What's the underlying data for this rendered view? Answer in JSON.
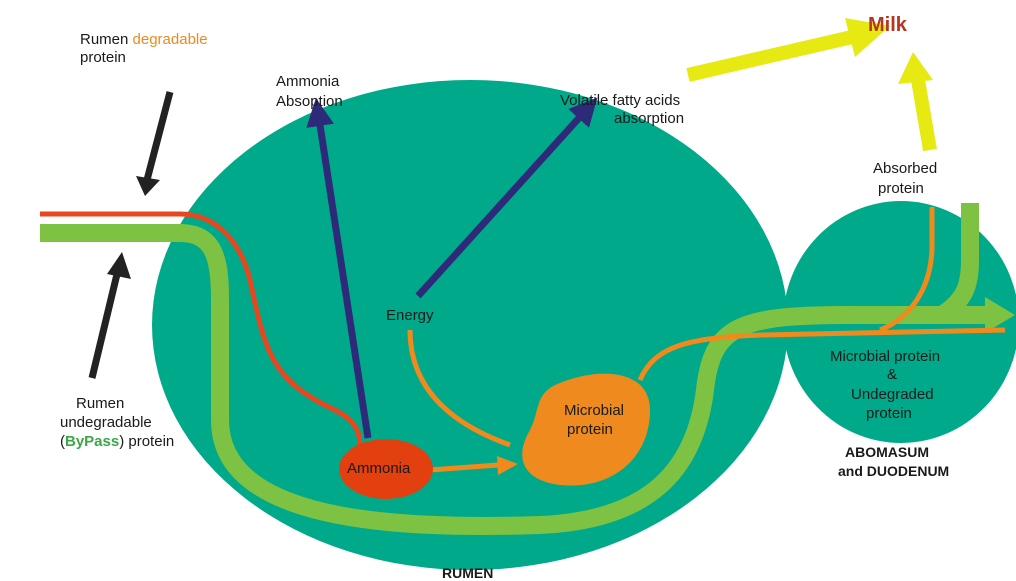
{
  "colors": {
    "rumen_fill": "#00a98a",
    "bypass_green": "#7dc242",
    "degradable_red": "#e8461e",
    "orange": "#f08a1c",
    "ammonia_fill": "#e2400f",
    "microbial_fill": "#ee8a1e",
    "purple": "#2e2a7a",
    "yellow": "#e6ea12",
    "milk_text": "#b5351e",
    "black_arrow": "#222222",
    "bypass_text": "#3aa845",
    "degradable_text": "#ee8a1e"
  },
  "labels": {
    "rumen_degradable_1": "Rumen ",
    "rumen_degradable_2": "degradable",
    "rumen_degradable_3": "protein",
    "ammonia_absorption_1": "Ammonia",
    "ammonia_absorption_2": "Absoption",
    "vfa_1": "Volatile fatty acids",
    "vfa_2": "absorption",
    "milk": "Milk",
    "absorbed_protein_1": "Absorbed",
    "absorbed_protein_2": "protein",
    "energy": "Energy",
    "microbial_protein_1": "Microbial",
    "microbial_protein_2": "protein",
    "ammonia": "Ammonia",
    "undegradable_1": "Rumen",
    "undegradable_2": "undegradable",
    "undegradable_3a": "(",
    "undegradable_3b": "ByPass",
    "undegradable_3c": ") protein",
    "duod_content_1": "Microbial protein",
    "duod_content_2": "&",
    "duod_content_3": "Undegraded",
    "duod_content_4": "protein",
    "abomasum_1": "ABOMASUM",
    "abomasum_2": "and DUODENUM",
    "rumen": "RUMEN"
  }
}
